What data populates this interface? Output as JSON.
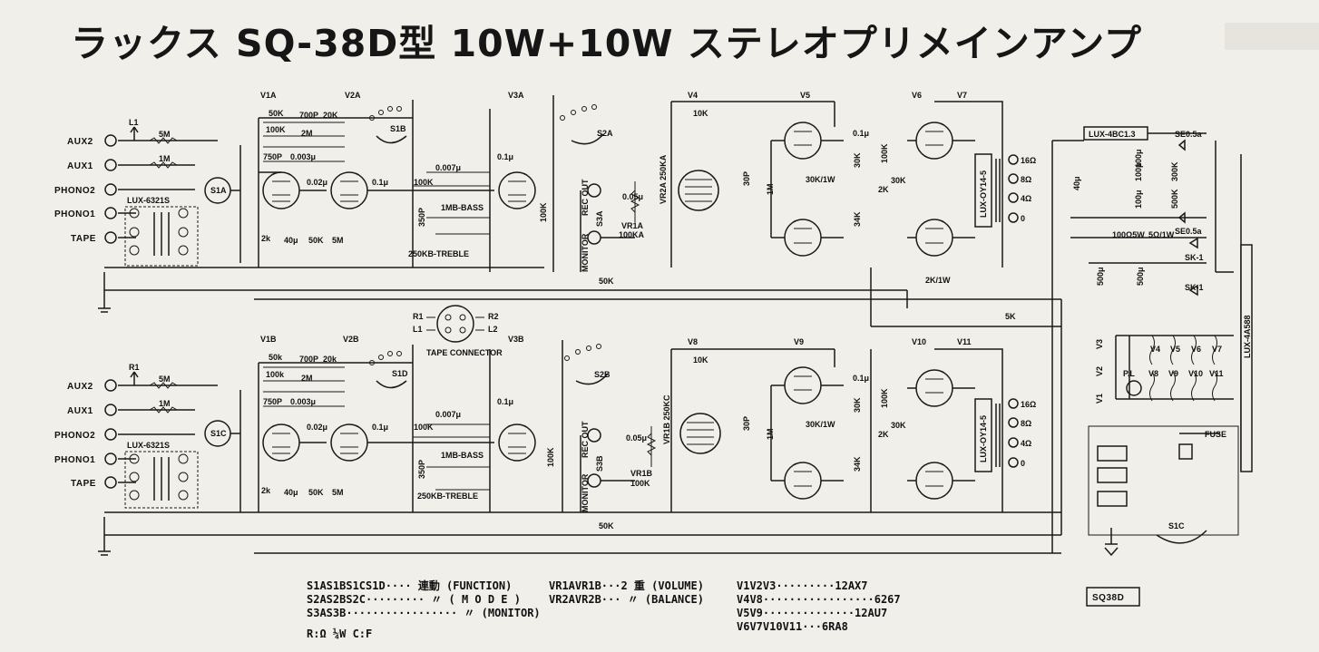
{
  "title": "ラックス SQ-38D型 10W+10W ステレオプリメインアンプ",
  "inputs_left": [
    "AUX2",
    "AUX1",
    "PHONO2",
    "PHONO1",
    "TAPE"
  ],
  "inputs_right": [
    "AUX2",
    "AUX1",
    "PHONO2",
    "PHONO1",
    "TAPE"
  ],
  "channel_labels": {
    "left": "L1",
    "right": "R1"
  },
  "tubes_top": [
    "V1A",
    "V2A",
    "V3A",
    "V4",
    "V5",
    "V6",
    "V7"
  ],
  "tubes_bottom": [
    "V1B",
    "V2B",
    "V3B",
    "V8",
    "V9",
    "V10",
    "V11"
  ],
  "transformers": {
    "input_left": "LUX-6321S",
    "input_right": "LUX-6321S",
    "output_top": "LUX-OY14-5",
    "output_bottom": "LUX-OY14-5",
    "power_choke": "LUX-4BC1.3",
    "power_main": "LUX-4A588"
  },
  "switches_top": [
    "S1A",
    "S1B",
    "S2A",
    "S3A"
  ],
  "switches_bottom": [
    "S1C",
    "S1D",
    "S2B",
    "S3B"
  ],
  "jacks_top": [
    "REC OUT",
    "MONITOR"
  ],
  "jacks_bottom": [
    "REC OUT",
    "MONITOR"
  ],
  "tone_controls_top": [
    "1MB-BASS",
    "250KB-TREBLE"
  ],
  "tone_controls_bottom": [
    "1MB-BASS",
    "250KB-TREBLE"
  ],
  "volume_top": [
    "VR1A",
    "100KA",
    "VR2A 250KA"
  ],
  "volume_bottom": [
    "VR1B",
    "100K",
    "VR1B 250KC"
  ],
  "tape_connector": {
    "label": "TAPE CONNECTOR",
    "pins": [
      "R1",
      "L1",
      "R2",
      "L2"
    ]
  },
  "speaker_taps": [
    "16Ω",
    "8Ω",
    "4Ω",
    "0"
  ],
  "components_top": [
    "5M",
    "1M",
    "50K",
    "100K",
    "700P",
    "20K",
    "2M",
    "750P",
    "0.003μ",
    "0.02μ",
    "0.1μ",
    "100K",
    "0.007μ",
    "350P",
    "0.1μ",
    "100K",
    "2k",
    "40μ",
    "50K",
    "5M",
    "10K",
    "0.05μ",
    "30P",
    "1M",
    "0.1μ",
    "30K",
    "30K/1W",
    "100K",
    "30K",
    "2K",
    "34K"
  ],
  "components_bottom": [
    "5M",
    "1M",
    "50k",
    "100k",
    "700P",
    "20k",
    "2M",
    "750P",
    "0.003μ",
    "0.02μ",
    "0.1μ",
    "100K",
    "0.007μ",
    "350P",
    "0.1μ",
    "100K",
    "2k",
    "40μ",
    "50K",
    "5M",
    "10K",
    "0.05μ",
    "30P",
    "1M",
    "0.1μ",
    "30K",
    "30K/1W",
    "100K",
    "30K",
    "2K",
    "34K"
  ],
  "misc_labels": [
    "50K",
    "50K",
    "5K",
    "2K/1W",
    "40μ",
    "100μ",
    "SE0.5a",
    "SE0.5a",
    "100Ω5W",
    "5Ω/1W",
    "SK-1",
    "SK-1",
    "500μ",
    "500μ",
    "300K",
    "500K",
    "100μ",
    "100μ",
    "V4",
    "V5",
    "V6",
    "V7",
    "V8",
    "V9",
    "V10",
    "V11",
    "V1",
    "V2",
    "V3",
    "P.L",
    "FUSE",
    "S1C"
  ],
  "legend_left": [
    "S1AS1BS1CS1D····  連動 (FUNCTION)",
    "S2AS2BS2C·········  〃 ( M O D E )",
    "S3AS3B·················  〃 (MONITOR)",
    "R:Ω ¼W    C:F"
  ],
  "legend_mid": [
    "VR1AVR1B···2 重 (VOLUME)",
    "VR2AVR2B···  〃 (BALANCE)"
  ],
  "legend_tubes": [
    "V1V2V3·········12AX7",
    "V4V8·················6267",
    "V5V9··············12AU7",
    "V6V7V10V11···6RA8"
  ],
  "model_box": "SQ38D"
}
